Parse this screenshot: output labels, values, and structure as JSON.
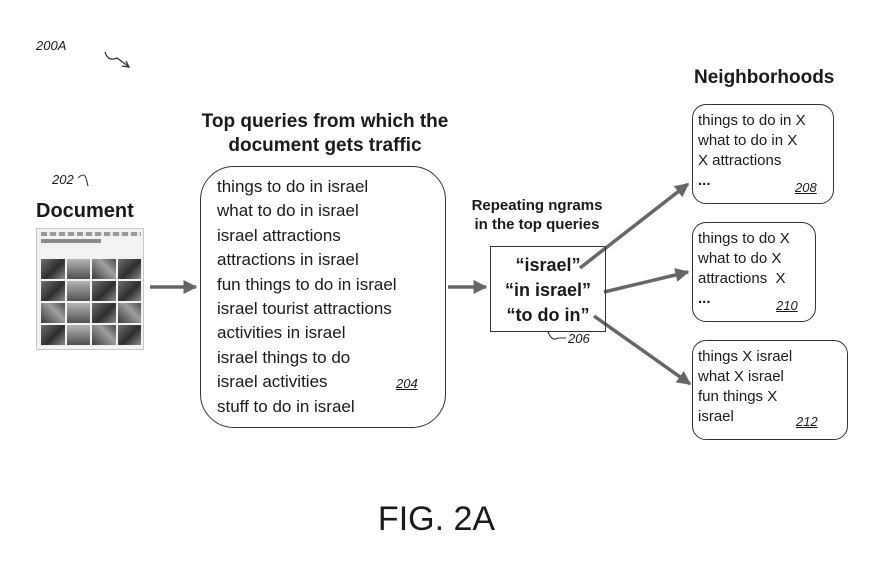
{
  "figure_ref": "200A",
  "document": {
    "label": "Document",
    "ref": "202",
    "thumbnail_icon": "webpage-thumbnail-icon"
  },
  "queries": {
    "heading_line1": "Top queries from which the",
    "heading_line2": "document gets traffic",
    "items": [
      "things to do in israel",
      "what to do in israel",
      "israel attractions",
      "attractions in israel",
      "fun things to do in israel",
      "israel tourist attractions",
      "activities in israel",
      "israel things to do",
      "israel activities",
      "stuff to do in israel"
    ],
    "ref": "204"
  },
  "ngrams": {
    "heading_line1": "Repeating ngrams",
    "heading_line2": "in the top queries",
    "items": [
      "“israel”",
      "“in israel”",
      "“to do in”"
    ],
    "ref": "206"
  },
  "neighborhoods": {
    "heading": "Neighborhoods",
    "boxes": [
      {
        "lines": [
          "things to do in X",
          "what to do in X",
          "X attractions",
          "..."
        ],
        "ref": "208"
      },
      {
        "lines": [
          "things to do X",
          "what to do X",
          "attractions  X",
          "..."
        ],
        "ref": "210"
      },
      {
        "lines": [
          "things X israel",
          "what X israel",
          "fun things X",
          "israel"
        ],
        "ref": "212"
      }
    ]
  },
  "caption": "FIG. 2A",
  "colors": {
    "arrow": "#666666",
    "stroke": "#333333",
    "text": "#1a1a1a"
  }
}
